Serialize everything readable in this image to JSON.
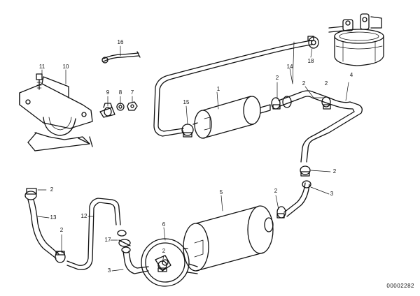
{
  "callouts": {
    "fuel_filter": "1",
    "clamp_filter_in": "2",
    "clamp_filter_out": "2",
    "clamp_pump_left": "2",
    "clamp_right_mid": "2",
    "clamp_left_top": "2",
    "clamp_left_low": "2",
    "clamp_bottom_center": "2",
    "clamp_pump_right": "2",
    "hose_lower_right": "3",
    "hose_bottom_short": "3",
    "hose_right_upper": "4",
    "fuel_pump": "5",
    "pump_bracket": "6",
    "nut_left_a": "7",
    "washer_left": "8",
    "grommet_left": "9",
    "holder": "10",
    "screw_top_left": "11",
    "fuel_line_left": "12",
    "hose_left_short": "13",
    "return_line_top": "14",
    "clamp_upper": "15",
    "clip_top": "16",
    "clip_small": "17",
    "clamp_tank": "18"
  },
  "drawing_code": "00002282"
}
